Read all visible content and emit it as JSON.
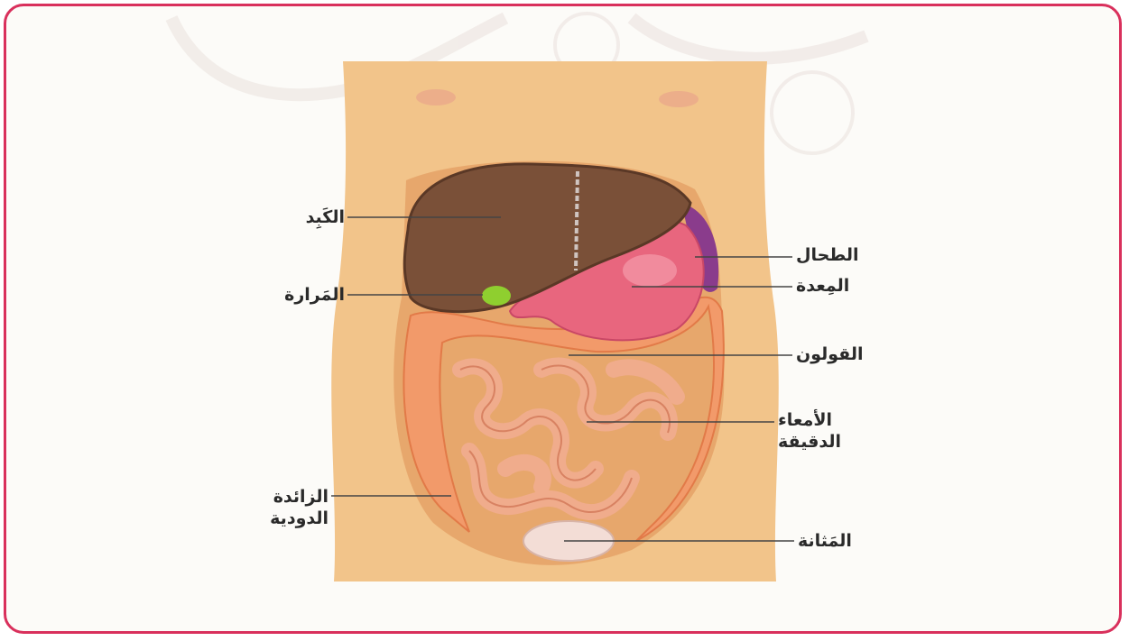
{
  "colors": {
    "frame_border": "#d9305c",
    "skin": "#f2c48a",
    "liver": "#7a5038",
    "stomach": "#e8667e",
    "spleen": "#8a3c8c",
    "gallbladder": "#8fcf2f",
    "intestine": "#f0a27e",
    "bladder": "#f3ddd6"
  },
  "labels": {
    "liver": "الكَبِد",
    "gallbladder": "المَرارة",
    "appendix_line1": "الزائدة",
    "appendix_line2": "الدودية",
    "spleen": "الطحال",
    "stomach": "المِعدة",
    "colon": "القولون",
    "small_intestine_line1": "الأمعاء",
    "small_intestine_line2": "الدقيقة",
    "bladder": "المَثانة"
  }
}
